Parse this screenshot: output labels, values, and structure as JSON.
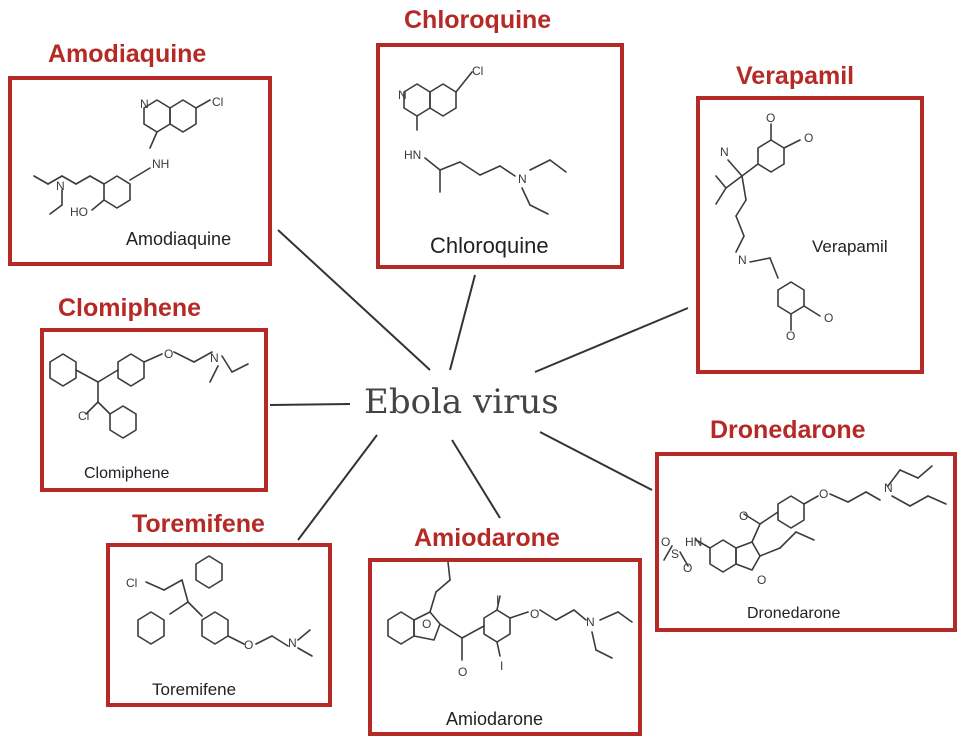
{
  "center": "Ebola virus",
  "drugs": {
    "amodiaquine": {
      "title": "Amodiaquine",
      "caption": "Amodiaquine"
    },
    "chloroquine": {
      "title": "Chloroquine",
      "caption": "Chloroquine"
    },
    "verapamil": {
      "title": "Verapamil",
      "caption": "Verapamil"
    },
    "clomiphene": {
      "title": "Clomiphene",
      "caption": "Clomiphene"
    },
    "dronedarone": {
      "title": "Dronedarone",
      "caption": "Dronedarone"
    },
    "toremifene": {
      "title": "Toremifene",
      "caption": "Toremifene"
    },
    "amiodarone": {
      "title": "Amiodarone",
      "caption": "Amiodarone"
    }
  },
  "atom_labels": {
    "amodiaquine": [
      "Cl",
      "N",
      "NH",
      "N",
      "HO"
    ],
    "chloroquine": [
      "N",
      "Cl",
      "HN",
      "N"
    ],
    "verapamil": [
      "O",
      "O",
      "N",
      "N",
      "O",
      "O"
    ],
    "clomiphene": [
      "O",
      "N",
      "Cl"
    ],
    "toremifene": [
      "Cl",
      "O",
      "N"
    ],
    "amiodarone": [
      "O",
      "O",
      "I",
      "I",
      "O",
      "N"
    ],
    "dronedarone": [
      "O",
      "N",
      "O",
      "S",
      "O",
      "O",
      "O",
      "HN"
    ]
  },
  "colors": {
    "accent": "#b52a26",
    "text": "#222222",
    "line": "#333333"
  }
}
